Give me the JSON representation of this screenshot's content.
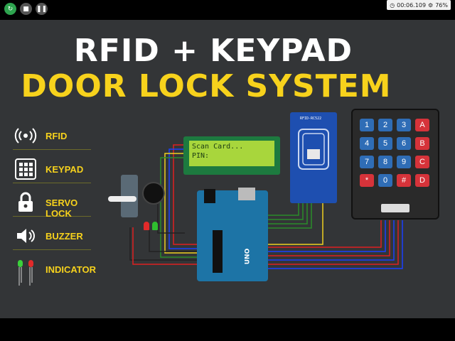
{
  "toolbar": {
    "restart_icon": "restart-icon",
    "stop_icon": "stop-icon",
    "pause_icon": "pause-icon",
    "timer": "00:06.109",
    "speed": "76%"
  },
  "title": {
    "line1": "RFID + KEYPAD",
    "line2": "DOOR LOCK SYSTEM"
  },
  "legend": [
    {
      "label": "RFID",
      "icon": "rfid-signal-icon"
    },
    {
      "label": "KEYPAD",
      "icon": "keypad-grid-icon"
    },
    {
      "label": "SERVO LOCK",
      "icon": "padlock-icon"
    },
    {
      "label": "BUZZER",
      "icon": "speaker-icon"
    },
    {
      "label": "INDICATOR",
      "icon": "led-pair-icon"
    }
  ],
  "lcd": {
    "line1": "Scan Card...",
    "line2": "PIN:"
  },
  "rfid_module": {
    "name": "RFID-RC522"
  },
  "keypad": {
    "keys": [
      "1",
      "2",
      "3",
      "A",
      "4",
      "5",
      "6",
      "B",
      "7",
      "8",
      "9",
      "C",
      "*",
      "0",
      "#",
      "D"
    ]
  },
  "arduino": {
    "name": "UNO"
  },
  "colors": {
    "background": "#333537",
    "title_white": "#ffffff",
    "title_yellow": "#f7d21c",
    "lcd_green": "#a8d63c",
    "key_blue": "#2f6db6",
    "key_red": "#d6333a"
  }
}
